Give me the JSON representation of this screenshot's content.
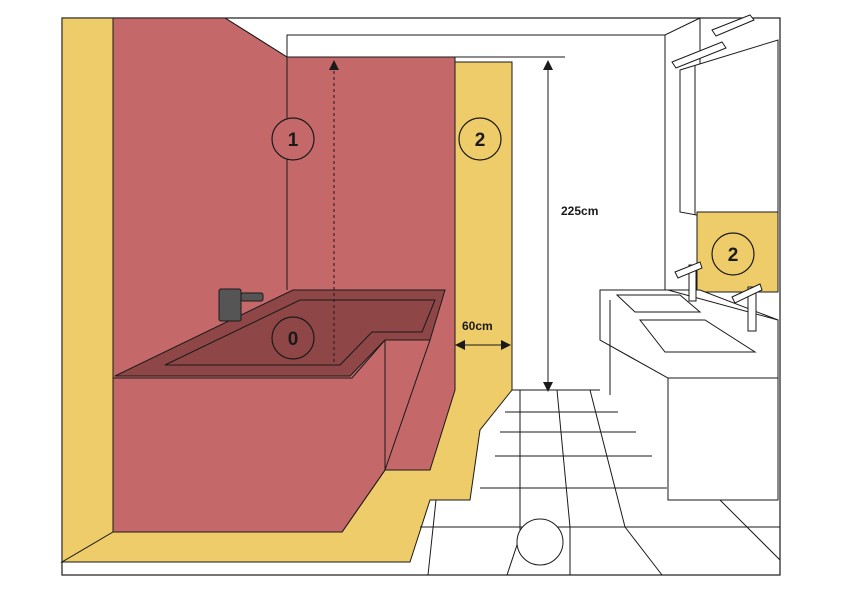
{
  "colors": {
    "zone0": "#8e4646",
    "zone1": "#c4686a",
    "zone2": "#eecc6a",
    "line": "#1a1a1a",
    "background": "#ffffff"
  },
  "zones": {
    "zone0": {
      "label": "0"
    },
    "zone1": {
      "label": "1"
    },
    "zone2_wall": {
      "label": "2"
    },
    "zone2_vanity": {
      "label": "2"
    }
  },
  "dimensions": {
    "height": "225cm",
    "width": "60cm"
  }
}
